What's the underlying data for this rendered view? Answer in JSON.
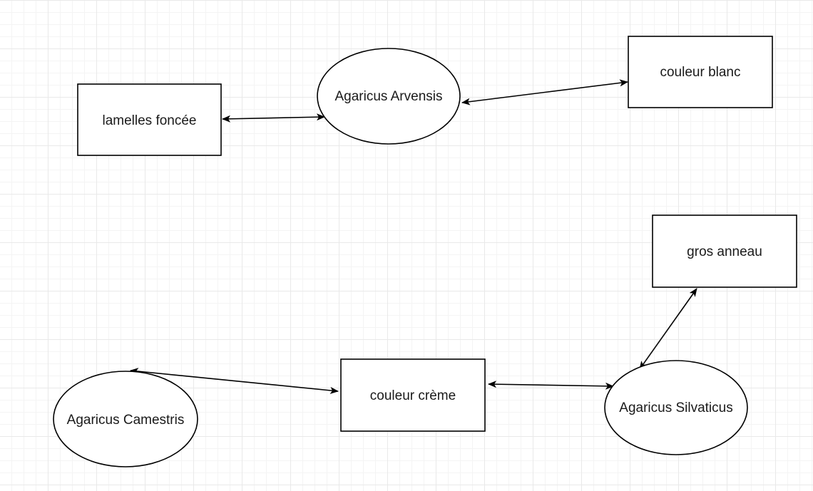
{
  "diagram": {
    "nodes": {
      "lamelles_foncee": {
        "label": "lamelles foncée",
        "shape": "rectangle"
      },
      "agaricus_arvensis": {
        "label": "Agaricus Arvensis",
        "shape": "ellipse"
      },
      "couleur_blanc": {
        "label": "couleur blanc",
        "shape": "rectangle"
      },
      "gros_anneau": {
        "label": "gros anneau",
        "shape": "rectangle"
      },
      "agaricus_camestris": {
        "label": "Agaricus Camestris",
        "shape": "ellipse"
      },
      "couleur_creme": {
        "label": "couleur crème",
        "shape": "rectangle"
      },
      "agaricus_silvaticus": {
        "label": "Agaricus Silvaticus",
        "shape": "ellipse"
      }
    },
    "edges": [
      {
        "from": "lamelles_foncee",
        "to": "agaricus_arvensis",
        "direction": "both"
      },
      {
        "from": "agaricus_arvensis",
        "to": "couleur_blanc",
        "direction": "both"
      },
      {
        "from": "agaricus_camestris",
        "to": "couleur_creme",
        "direction": "both"
      },
      {
        "from": "couleur_creme",
        "to": "agaricus_silvaticus",
        "direction": "both"
      },
      {
        "from": "agaricus_silvaticus",
        "to": "gros_anneau",
        "direction": "both"
      }
    ],
    "colors": {
      "stroke": "#000000",
      "fill": "#ffffff",
      "text": "#1a1a1a",
      "grid": "#e9e9e9"
    }
  }
}
